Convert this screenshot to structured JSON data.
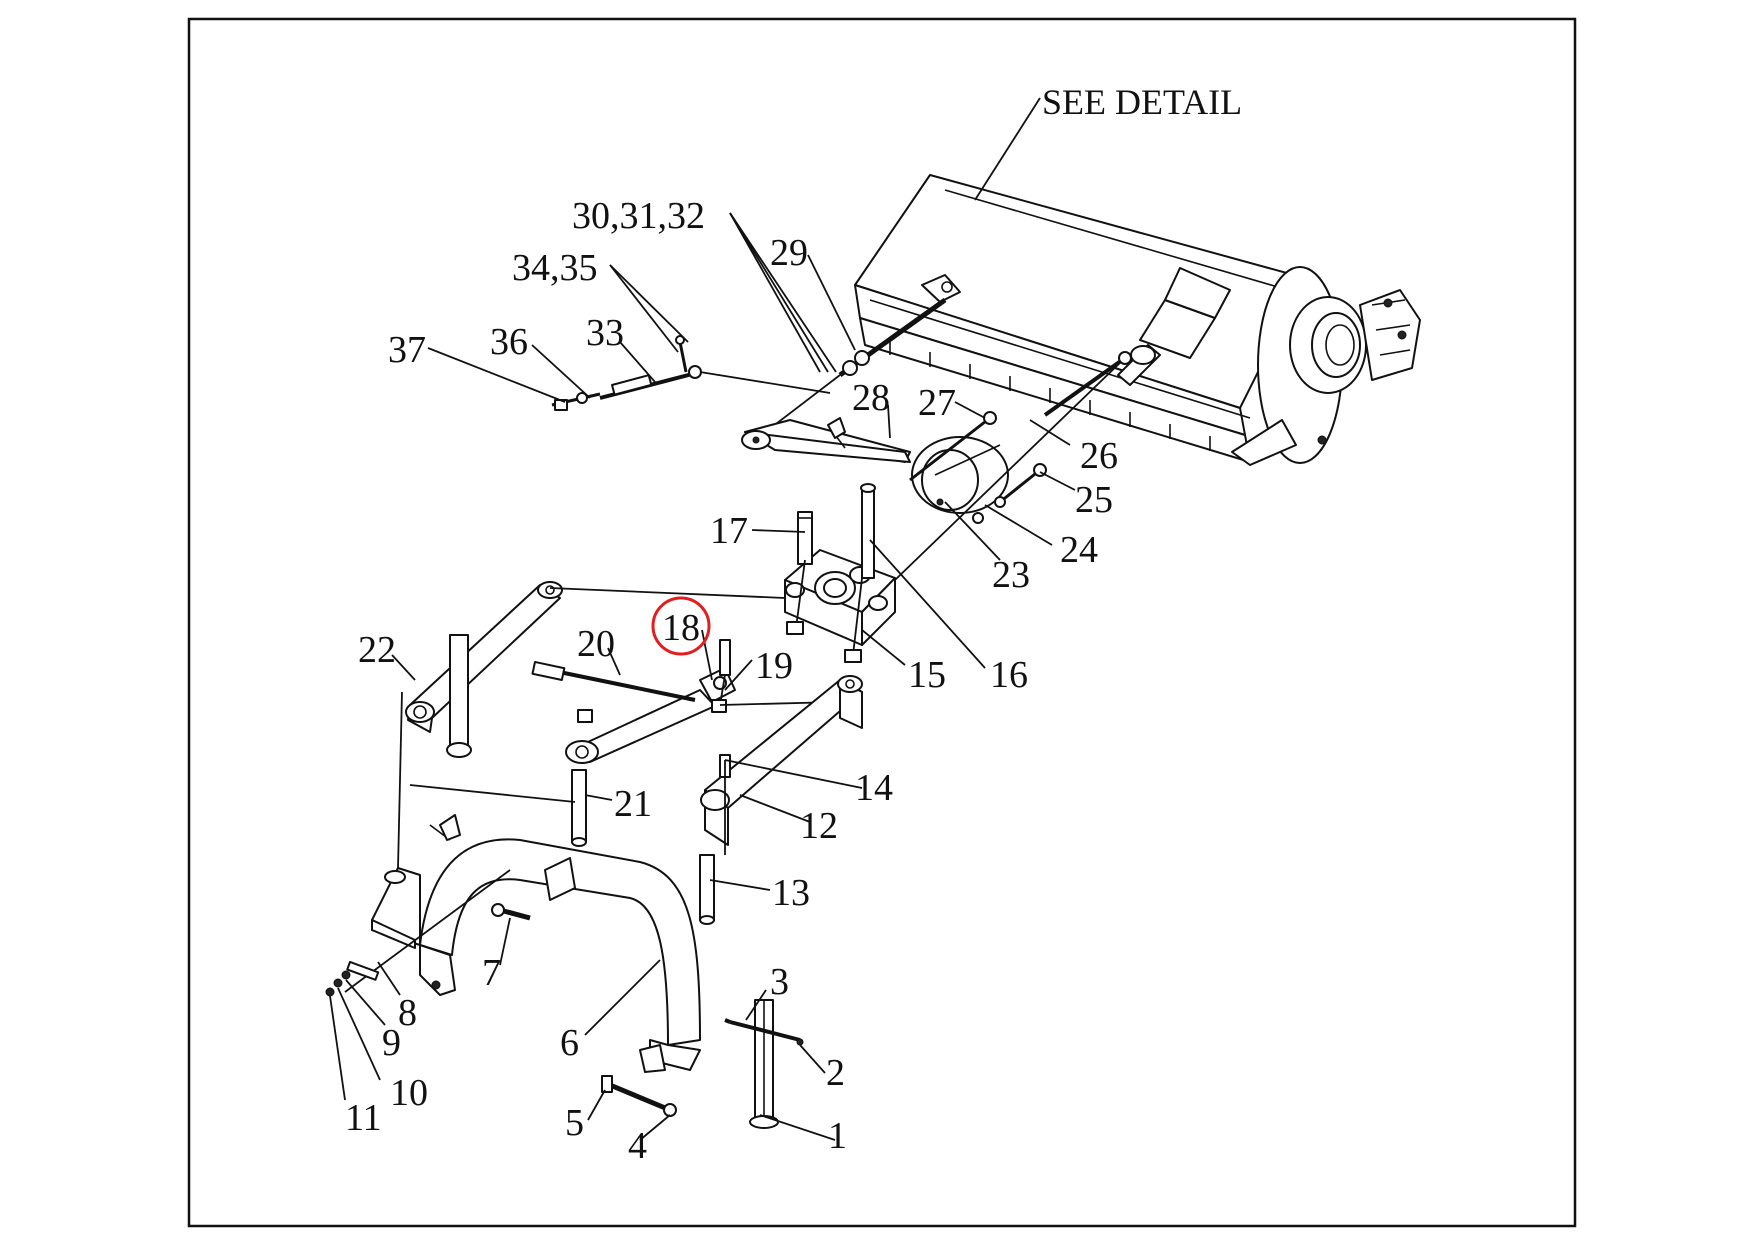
{
  "see_detail_label": "SEE DETAIL",
  "highlight_color": "#e02020",
  "highlighted_part": "18",
  "callouts": {
    "c1": "1",
    "c2": "2",
    "c3": "3",
    "c4": "4",
    "c5": "5",
    "c6": "6",
    "c7": "7",
    "c8": "8",
    "c9": "9",
    "c10": "10",
    "c11": "11",
    "c12": "12",
    "c13": "13",
    "c14": "14",
    "c15": "15",
    "c16": "16",
    "c17": "17",
    "c18": "18",
    "c19": "19",
    "c20": "20",
    "c21": "21",
    "c22": "22",
    "c23": "23",
    "c24": "24",
    "c25": "25",
    "c26": "26",
    "c27": "27",
    "c28": "28",
    "c29": "29",
    "c30_32": "30,31,32",
    "c33": "33",
    "c34_35": "34,35",
    "c36": "36",
    "c37": "37"
  }
}
